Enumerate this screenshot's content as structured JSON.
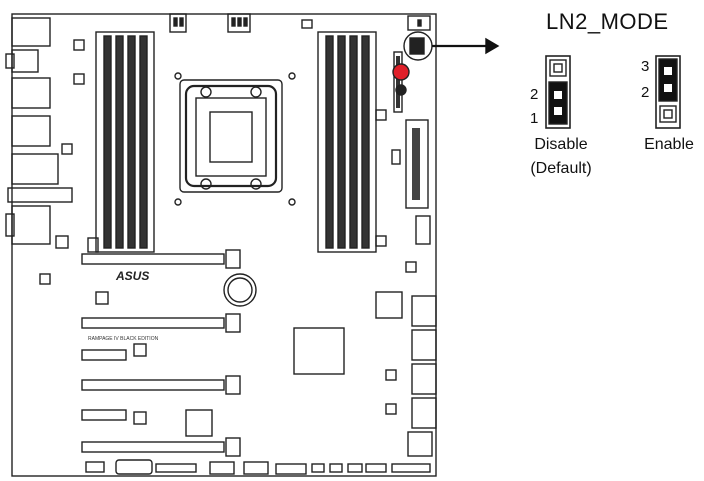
{
  "title": "LN2_MODE",
  "motherboard": {
    "brand_logo": "ASUS",
    "model_silkscreen": "RAMPAGE IV BLACK EDITION"
  },
  "jumper_disable": {
    "pin_labels": [
      "2",
      "1"
    ],
    "caption_line1": "Disable",
    "caption_line2": "(Default)"
  },
  "jumper_enable": {
    "pin_labels": [
      "3",
      "2"
    ],
    "caption": "Enable"
  }
}
